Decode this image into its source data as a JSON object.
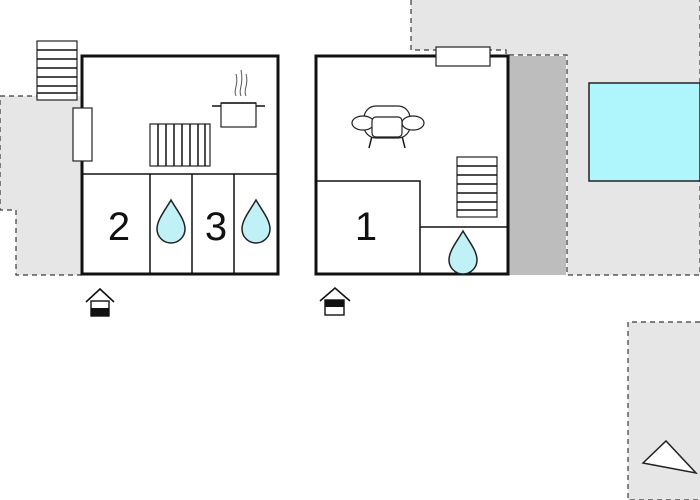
{
  "colors": {
    "wall": "#111111",
    "outdoor_area": "#e6e6e6",
    "terrace": "#bdbdbd",
    "pool": "#aef6fb",
    "water_drop": "#bff1f6",
    "background": "#ffffff"
  },
  "rooms": {
    "left_bedroom_a": {
      "number": "2"
    },
    "left_bedroom_b": {
      "number": "3"
    },
    "right_bedroom": {
      "number": "1"
    }
  },
  "icons": {
    "stairs": "stairs-icon",
    "cooking_pot": "cooking-pot-icon",
    "radiator": "radiator-icon",
    "sofa": "sofa-icon",
    "water_drop": "water-drop-icon",
    "entrance": "entrance-house-icon",
    "compass": "compass-arrow-icon"
  }
}
